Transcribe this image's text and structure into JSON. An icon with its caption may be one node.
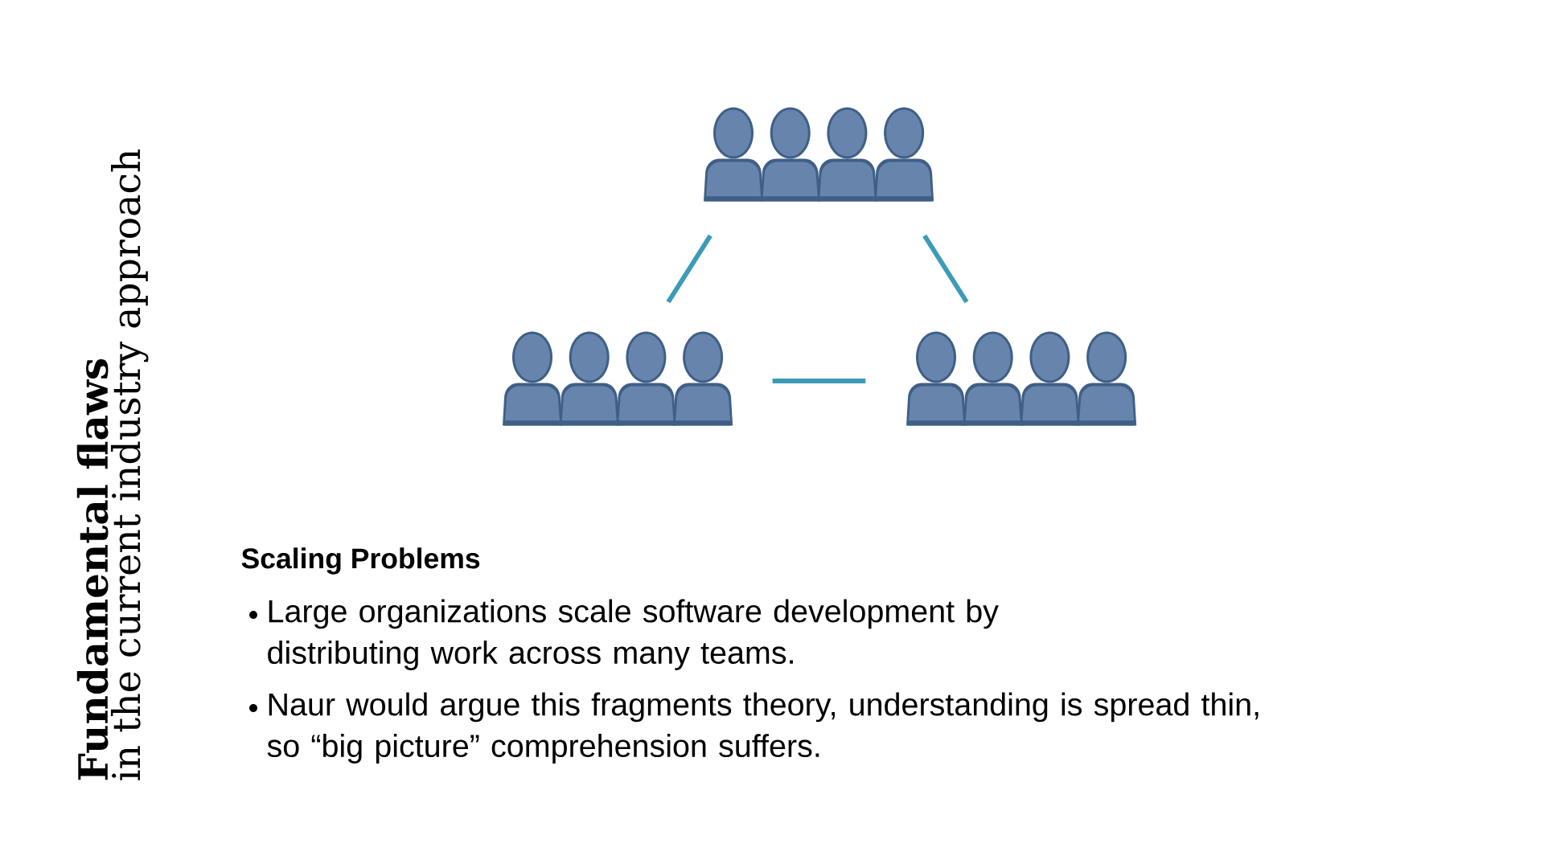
{
  "diagram": {
    "title": "Fundamental flaws",
    "nodes": [
      {
        "text": [],
        "shape": "person"
      },
      {
        "text": [],
        "shape": "person"
      },
      {
        "text": [],
        "shape": "person"
      }
    ],
    "edges": [
      {
        "from": 0,
        "to": 1,
        "arrow": "none"
      },
      {
        "from": 0,
        "to": 2,
        "arrow": "none"
      },
      {
        "from": 1,
        "to": 2,
        "arrow": "none"
      }
    ],
    "labels": [
      "in the current industry approach",
      "Scaling Problems",
      "Large organizations scale software development by distributing work across many teams.",
      "Naur would argue this fragments theory, understanding is spread thin, so “big picture” comprehension suffers."
    ]
  }
}
